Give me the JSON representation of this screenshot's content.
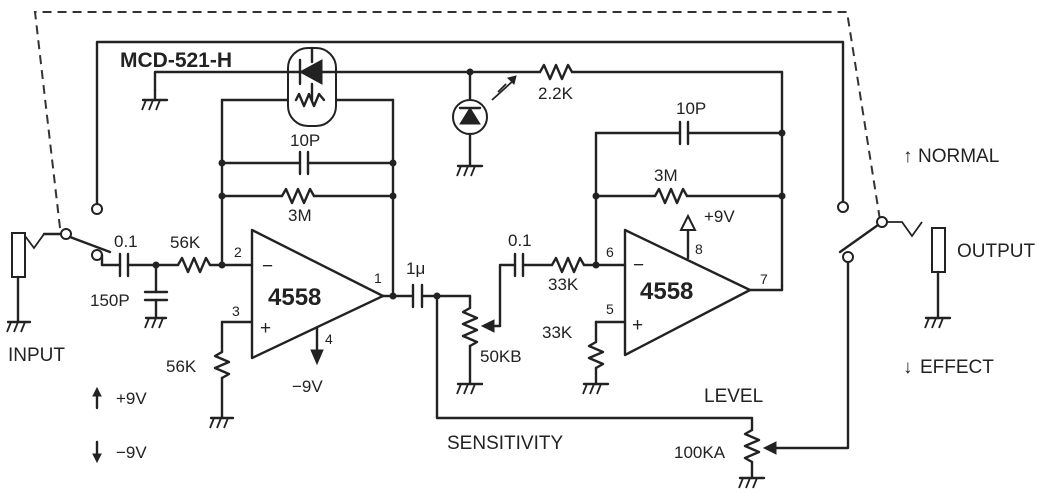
{
  "part_number": "MCD-521-H",
  "opamp_1": {
    "label": "4558",
    "minus": "−",
    "plus": "+",
    "pins": {
      "in_minus": "2",
      "in_plus": "3",
      "out": "1",
      "vminus": "4"
    }
  },
  "opamp_2": {
    "label": "4558",
    "minus": "−",
    "plus": "+",
    "pins": {
      "in_minus": "6",
      "in_plus": "5",
      "out": "7",
      "vplus": "8"
    }
  },
  "components": {
    "c_input": "0.1",
    "c_shunt": "150P",
    "r_input": "56K",
    "r_bias": "56K",
    "c_feedback_1": "10P",
    "r_feedback_1": "3M",
    "c_coupling": "1μ",
    "pot_sensitivity": "50KB",
    "c_coupling_2": "0.1",
    "r_input_2": "33K",
    "r_bias_2": "33K",
    "c_feedback_2": "10P",
    "r_feedback_2": "3M",
    "r_led": "2.2K",
    "pot_level": "100KA"
  },
  "supply": {
    "v_plus_opamp2": "+9V",
    "v_minus_opamp1": "−9V"
  },
  "labels": {
    "input": "INPUT",
    "output": "OUTPUT",
    "sensitivity": "SENSITIVITY",
    "level": "LEVEL",
    "normal": "NORMAL",
    "effect": "EFFECT"
  },
  "legend": {
    "plus": "+9V",
    "minus": "−9V"
  },
  "switch_positions": {
    "normal_arrow": "↑",
    "effect_arrow": "↓"
  }
}
